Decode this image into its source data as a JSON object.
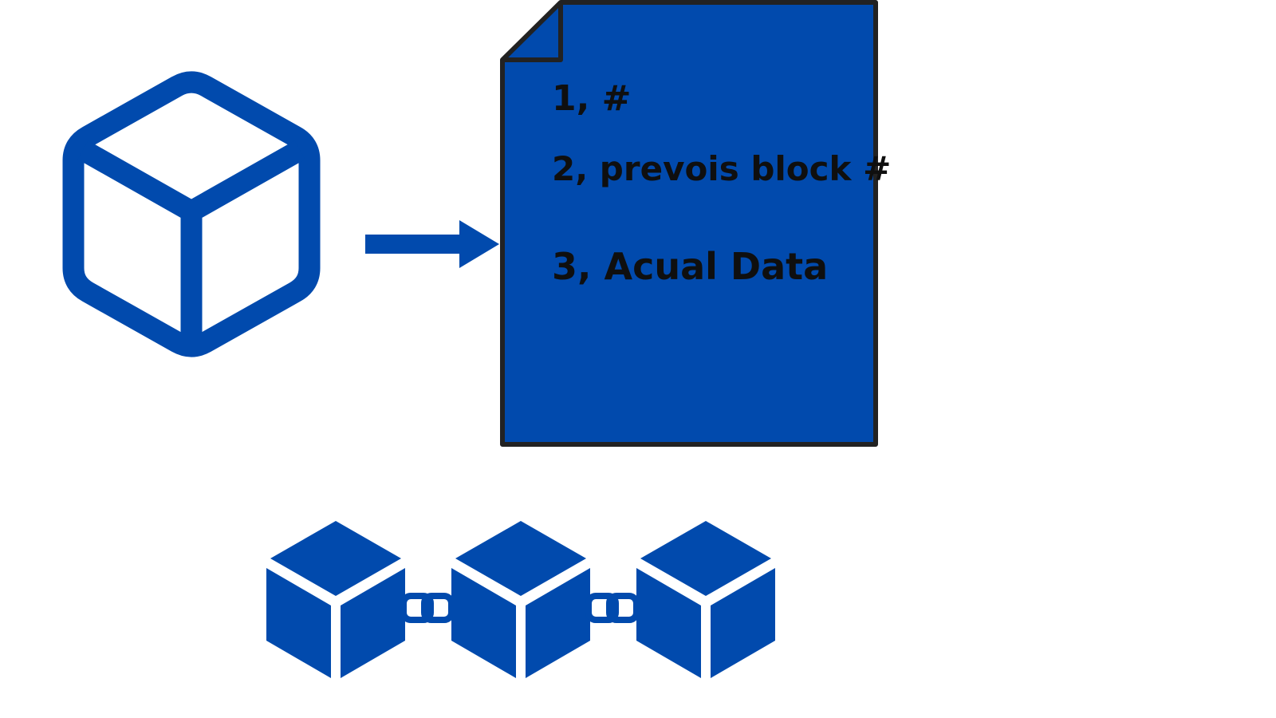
{
  "colors": {
    "primary_blue": "#014AAD",
    "outline": "#222222",
    "text": "#0f0f0f",
    "background": "#ffffff"
  },
  "icons": {
    "single_block": "cube-outline-icon",
    "arrow": "arrow-right-icon",
    "document": "document-icon",
    "chain": "blockchain-chain-icon",
    "chain_link": "chain-link-icon"
  },
  "document": {
    "lines": [
      "1,  #",
      "2, prevois block #",
      "3, Acual Data"
    ]
  },
  "blockchain": {
    "block_count": 3
  }
}
